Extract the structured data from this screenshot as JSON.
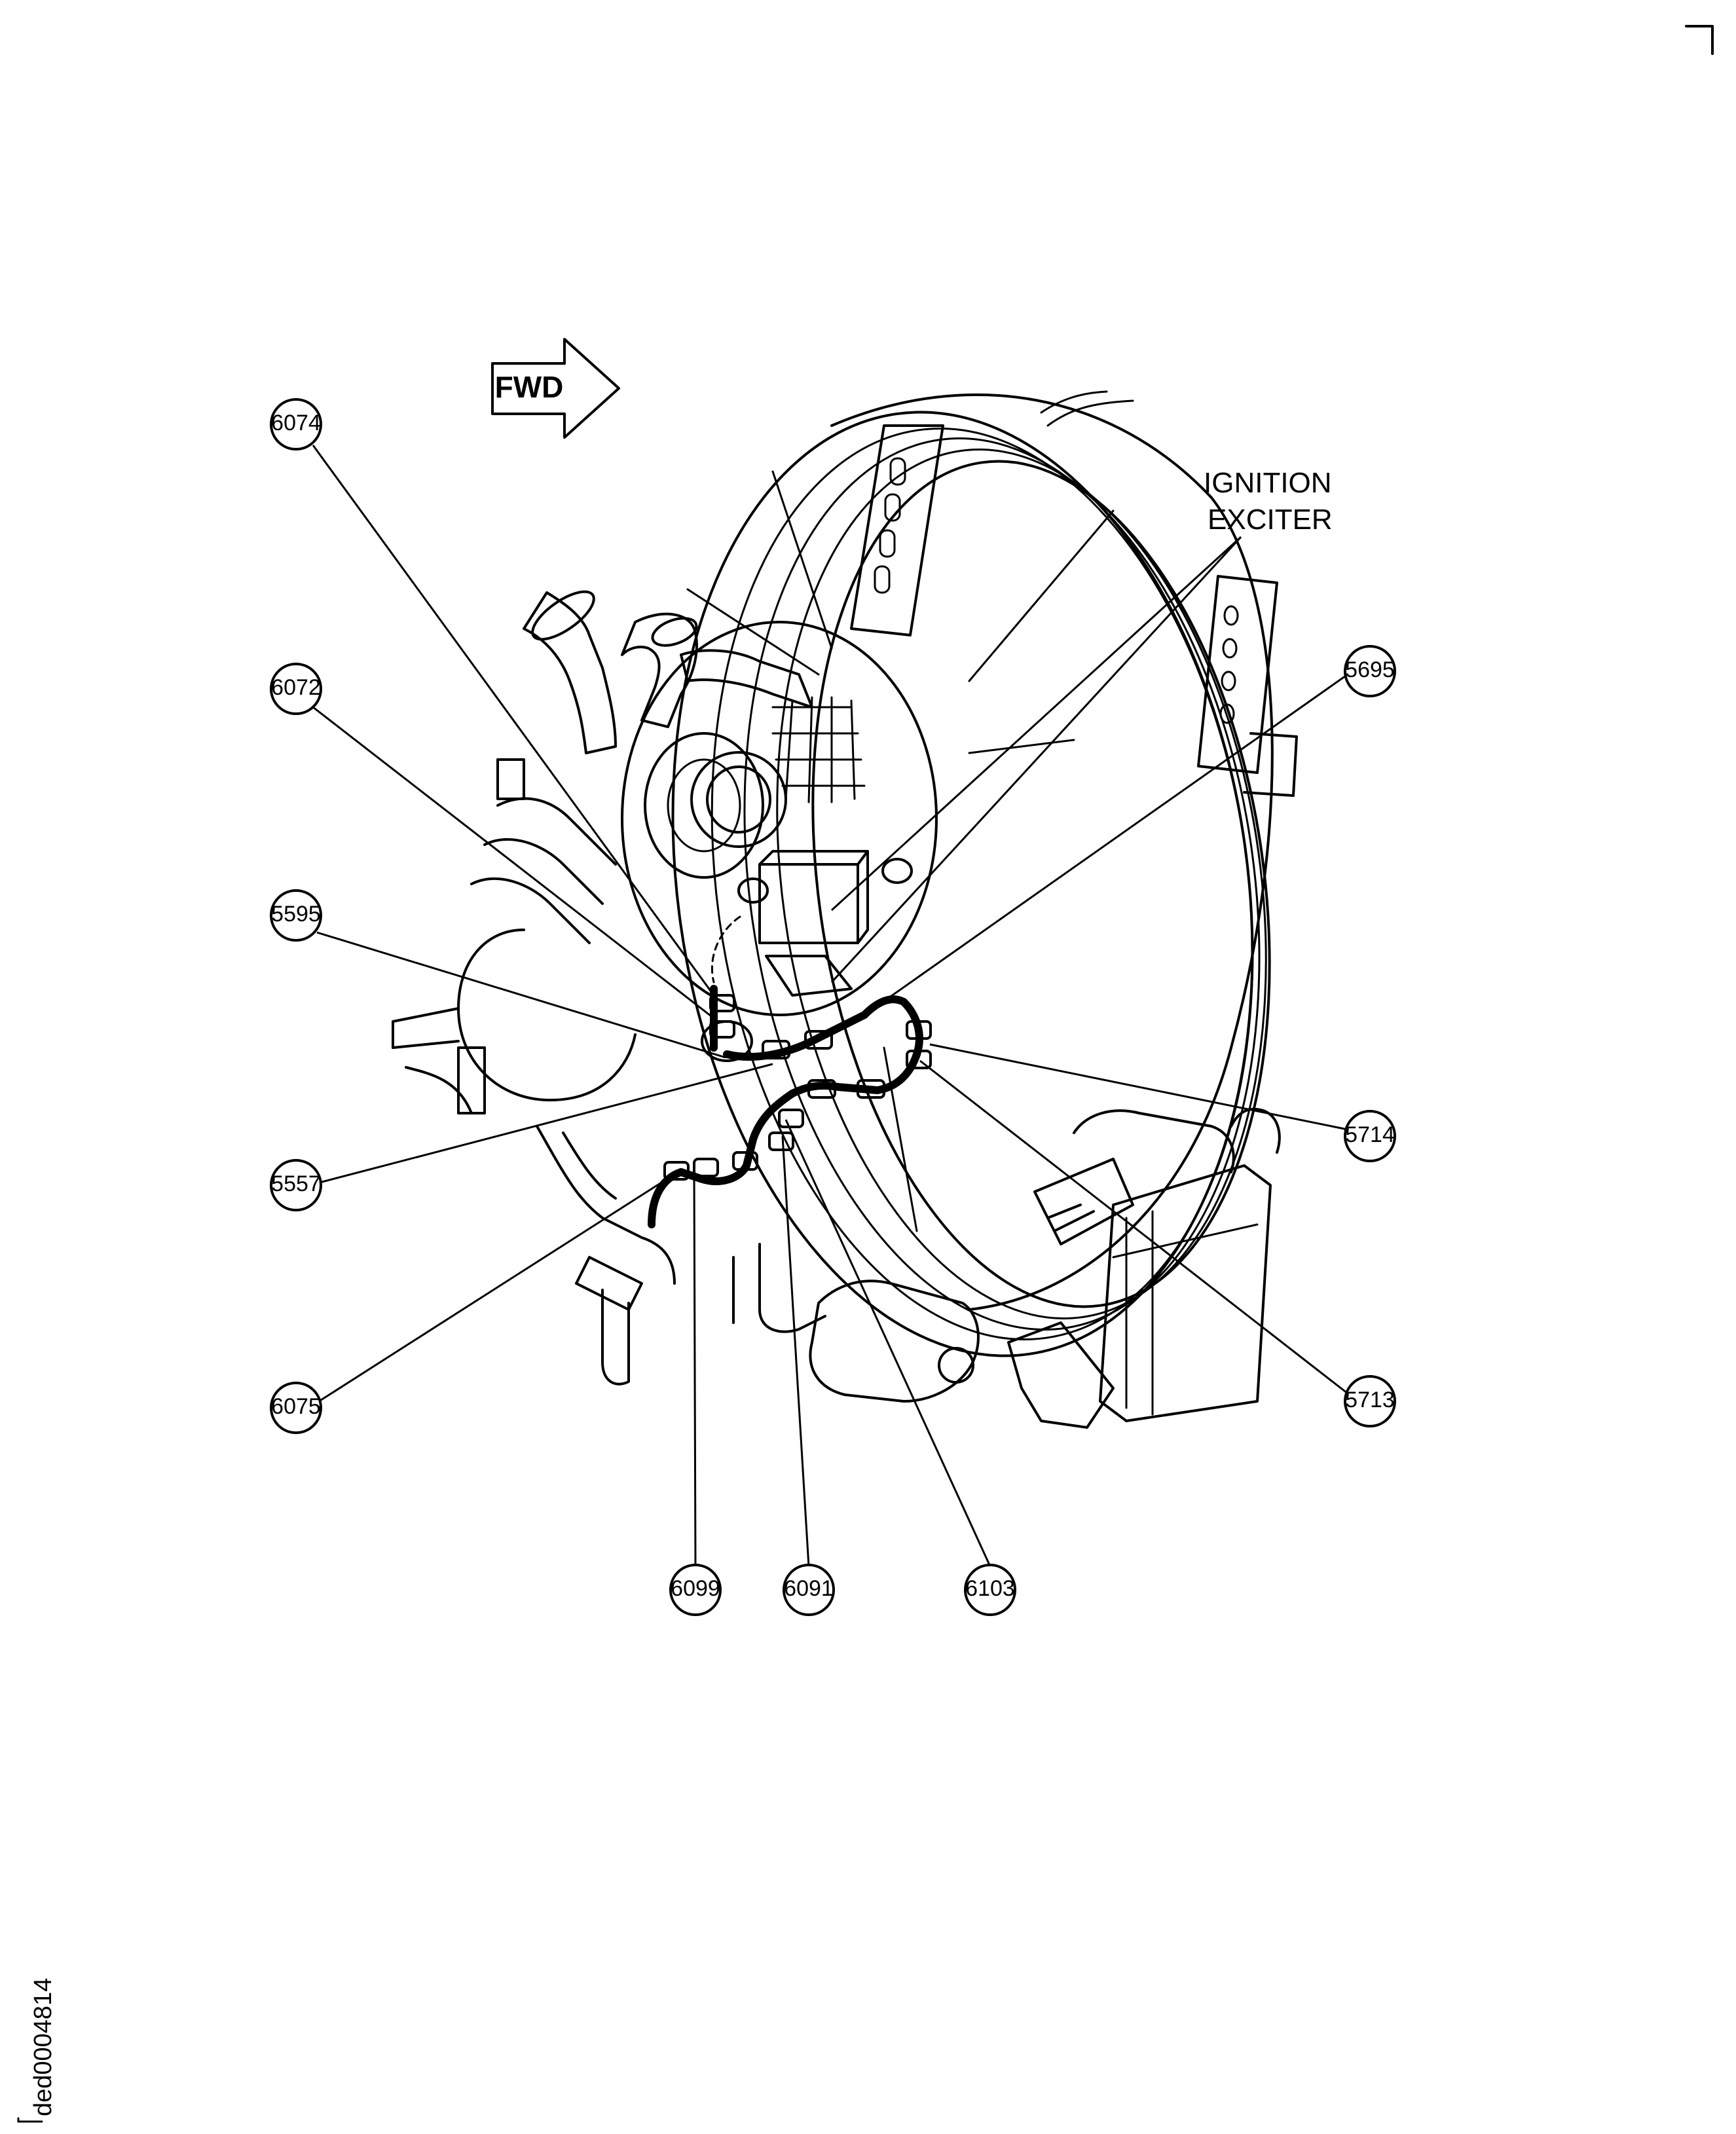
{
  "direction_arrow": {
    "label": "FWD"
  },
  "component_label": {
    "line1": "IGNITION",
    "line2": "EXCITER"
  },
  "callouts": {
    "c6074": "6074",
    "c6072": "6072",
    "c5595": "5595",
    "c5557": "5557",
    "c6075": "6075",
    "c6099": "6099",
    "c6091": "6091",
    "c6103": "6103",
    "c5713": "5713",
    "c5714": "5714",
    "c5695": "5695"
  },
  "document_id": "ded0004814",
  "colors": {
    "ink": "#000000",
    "paper": "#ffffff"
  }
}
